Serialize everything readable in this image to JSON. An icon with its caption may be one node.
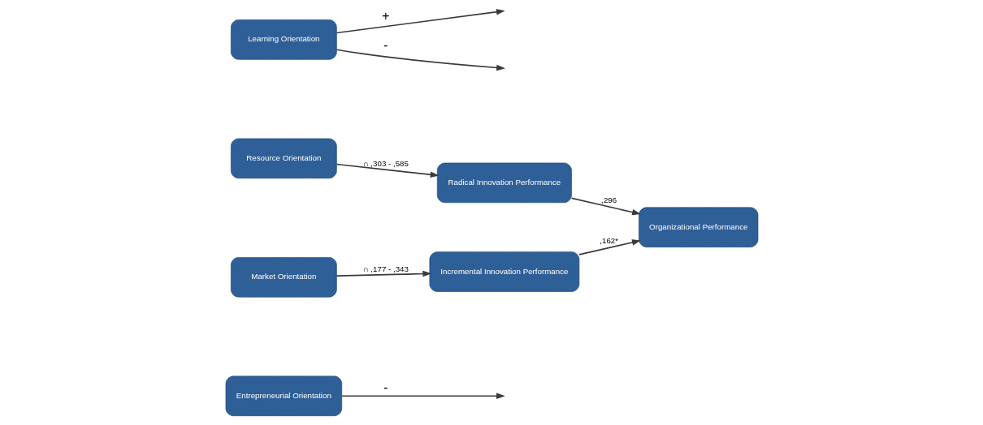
{
  "diagram": {
    "nodes": [
      {
        "text": [
          "Learning Orientation"
        ]
      },
      {
        "text": [
          "Resource Orientation"
        ]
      },
      {
        "text": [
          "Radical Innovation Performance"
        ]
      },
      {
        "text": [
          "Organizational Performance"
        ]
      },
      {
        "text": [
          "Market Orientation"
        ]
      },
      {
        "text": [
          "Incremental Innovation Performance"
        ]
      },
      {
        "text": [
          "Entrepreneurial Orientation"
        ]
      }
    ],
    "edges": [
      {
        "from": 1,
        "to": 2,
        "arrow": "to",
        "label": "∩ ,303 - ,585"
      },
      {
        "from": 4,
        "to": 5,
        "arrow": "to",
        "label": "∩ ,177 - ,343"
      },
      {
        "from": 2,
        "to": 3,
        "arrow": "to",
        "label": ",296"
      },
      {
        "from": 5,
        "to": 3,
        "arrow": "to",
        "label": ",162*"
      },
      {
        "from": 0,
        "to": null,
        "arrow": "to",
        "label": "+"
      },
      {
        "from": 0,
        "to": null,
        "arrow": "to",
        "label": "-"
      },
      {
        "from": 6,
        "to": null,
        "arrow": "to",
        "label": "-"
      }
    ]
  }
}
